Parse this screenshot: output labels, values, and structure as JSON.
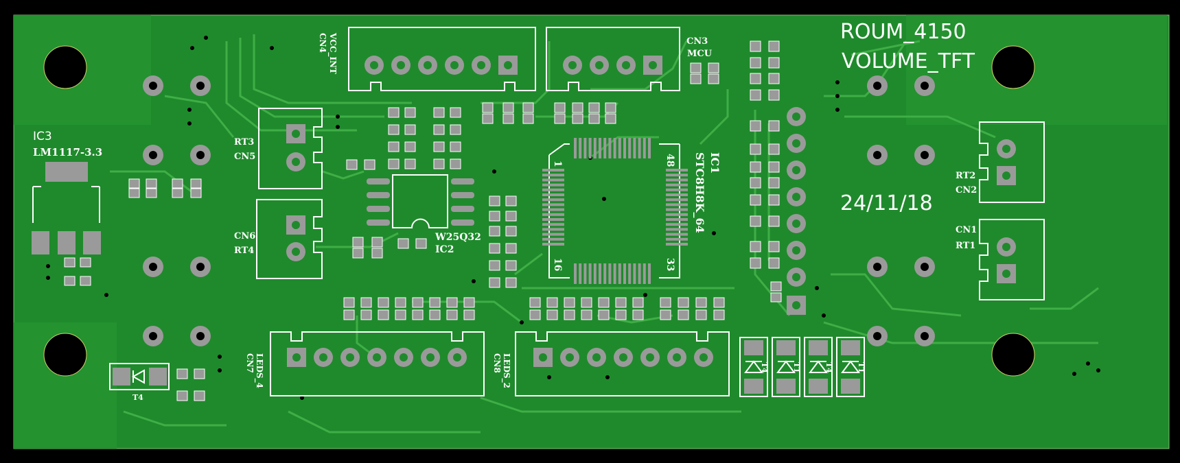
{
  "colors": {
    "board": "#1f8a2c",
    "copper": "#2a9a36",
    "trace": "#3fae46",
    "pad": "#9a9a9a",
    "silkscreen": "#ffffff",
    "hole": "#000000"
  },
  "titles": {
    "line1": "ROUM_4150",
    "line2": "VOLUME_TFT",
    "date": "24/11/18"
  },
  "labels": {
    "ic3_ref": "IC3",
    "ic3_part": "LM1117-3.3",
    "ic1_ref": "IC1",
    "ic1_part": "STC8H8K_64",
    "ic2_part": "W25Q32",
    "ic2_ref": "IC2",
    "pin1": "1",
    "pin16": "16",
    "pin33": "33",
    "pin48": "48",
    "cn3": "CN3",
    "mcu": "MCU",
    "cn4": "CN4",
    "vcc_int": "VCC_INT",
    "rt3": "RT3",
    "cn5": "CN5",
    "cn6": "CN6",
    "rt4": "RT4",
    "rt2": "RT2",
    "cn2": "CN2",
    "cn1": "CN1",
    "rt1": "RT1",
    "cn7": "CN7",
    "leds_4": "LEDS_4",
    "cn8": "CN8",
    "leds_2": "LEDS_2",
    "t4": "T4",
    "t1": "T1"
  }
}
